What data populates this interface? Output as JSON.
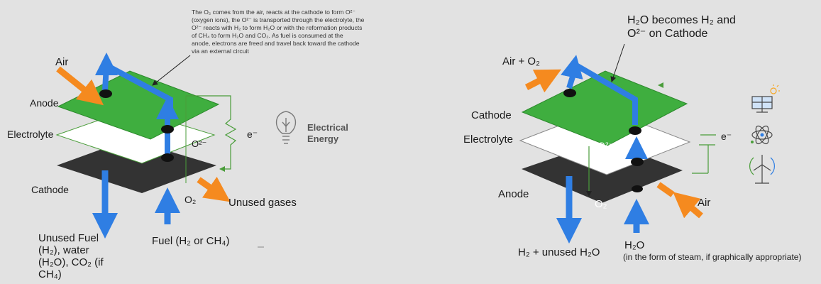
{
  "left": {
    "note_lines": [
      "The O₂ comes from the air, reacts at the cathode to form O²⁻",
      "(oxygen ions), the O²⁻ is transported through the electrolyte, the",
      "O²⁻ reacts with H₂ to form H₂O or with the reformation products",
      "of CH₄ to form H₂O and CO₂.  As fuel is consumed at the",
      "anode, electrons are freed and travel back toward the cathode",
      "via an external circuit"
    ],
    "air": "Air",
    "anode": "Anode",
    "electrolyte": "Electrolyte",
    "cathode": "Cathode",
    "electron": "e⁻",
    "oxygen_ion": "O²⁻",
    "o2": "O₂",
    "unused_gases": "Unused gases",
    "unused_fuel_lines": [
      "Unused Fuel",
      "(H₂), water",
      "(H₂O), CO₂ (if",
      "CH₄)"
    ],
    "fuel": "Fuel (H₂ or CH₄)",
    "energy_lines": [
      "Electrical",
      "Energy"
    ]
  },
  "right": {
    "title_lines": [
      "H₂O becomes H₂ and",
      "O²⁻ on Cathode"
    ],
    "air_o2": "Air + O₂",
    "cathode": "Cathode",
    "electrolyte": "Electrolyte",
    "anode": "Anode",
    "electron": "e⁻",
    "oxygen_ion": "O²⁻",
    "o2": "O₂",
    "air": "Air",
    "h2_output": "H₂ + unused H₂O",
    "h2o": "H₂O",
    "steam_note": "(in the form of steam, if graphically appropriate)"
  },
  "colors": {
    "green_plate": "#3fae3f",
    "dark_plate": "#333333",
    "blue_arrow": "#2f7ee3",
    "orange_arrow": "#f58a1f",
    "circuit": "#4a9d3a"
  },
  "icons": [
    "lightbulb-icon",
    "solar-panel-icon",
    "atom-icon",
    "wind-turbine-icon"
  ]
}
